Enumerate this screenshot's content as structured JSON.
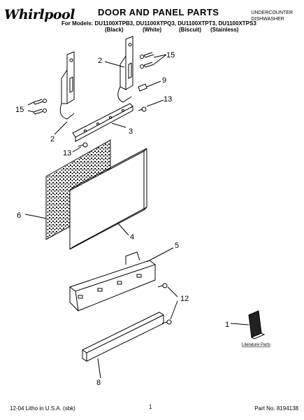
{
  "header": {
    "brand": "Whirlpool",
    "title": "DOOR AND PANEL PARTS",
    "product_type_line1": "UNDERCOUNTER",
    "product_type_line2": "DISHWASHER",
    "models": "For Models: DU1100XTPB3, DU1100XTPQ3, DU1100XTPT3, DU1100XTPS3",
    "colors": [
      "(Black)",
      "(White)",
      "(Biscuit)",
      "(Stainless)"
    ]
  },
  "callouts": [
    "2",
    "15",
    "9",
    "13",
    "15",
    "2",
    "3",
    "13",
    "6",
    "4",
    "5",
    "12",
    "1",
    "8"
  ],
  "literature_label": "Literature Parts",
  "footer": {
    "left": "12-04 Litho in U.S.A. (sbk)",
    "page": "1",
    "part_no": "Part No. 8194138"
  }
}
